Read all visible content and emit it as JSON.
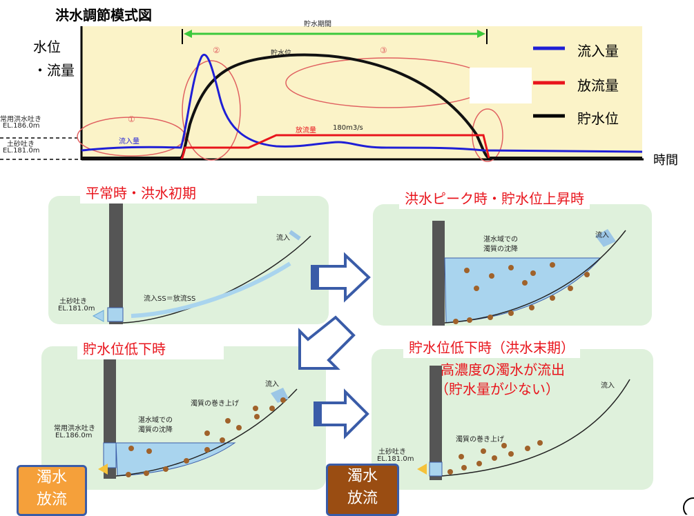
{
  "title": "洪水調節模式図",
  "graph": {
    "ylabel_1": "水位",
    "ylabel_2": "・流量",
    "xlabel": "時間",
    "storage_period": "貯水期間",
    "regular_outlet_1": "常用洪水吐き",
    "regular_outlet_2": "EL.186.0m",
    "sediment_outlet_1": "土砂吐き",
    "sediment_outlet_2": "EL.181.0m",
    "circle_1": "①",
    "circle_2": "②",
    "circle_3": "③",
    "inflow_label": "流入量",
    "outflow_label": "放流量",
    "outflow_value": "180m3/s",
    "water_level_label": "貯水位",
    "legend": [
      {
        "label": "流入量",
        "color": "#1f1fd6"
      },
      {
        "label": "放流量",
        "color": "#e8141c"
      },
      {
        "label": "貯水位",
        "color": "#000000"
      }
    ]
  },
  "panels": {
    "p1": {
      "header": "平常時・洪水初期",
      "inflow": "流入",
      "balance": "流入SS＝放流SS",
      "outlet_1": "土砂吐き",
      "outlet_2": "EL.181.0m"
    },
    "p2": {
      "header": "洪水ピーク時・貯水位上昇時",
      "inflow": "流入",
      "note_1": "湛水域での",
      "note_2": "濁質の沈降"
    },
    "p3": {
      "header": "貯水位低下時",
      "inflow": "流入",
      "rollup": "濁質の巻き上げ",
      "note_1": "湛水域での",
      "note_2": "濁質の沈降",
      "outlet_1": "常用洪水吐き",
      "outlet_2": "EL.186.0m",
      "tag_1": "濁水",
      "tag_2": "放流"
    },
    "p4": {
      "header": "貯水位低下時（洪水末期）",
      "sub_1": "高濃度の濁水が流出",
      "sub_2": "（貯水量が少ない）",
      "inflow": "流入",
      "rollup": "濁質の巻き上げ",
      "outlet_1": "土砂吐き",
      "outlet_2": "EL.181.0m",
      "tag_1": "濁水",
      "tag_2": "放流"
    }
  },
  "colors": {
    "graph_bg": "#fbf3c8",
    "panel_bg": "#dff1dc",
    "water": "#a9d4ee",
    "arrow": "#3a5ca8",
    "tag_orange": "#f5a03a",
    "tag_brown": "#9a4d12",
    "particle": "#a0622a"
  }
}
